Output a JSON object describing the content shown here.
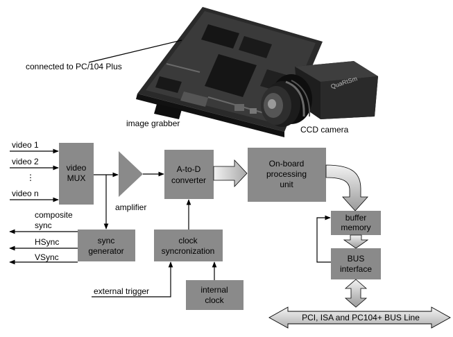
{
  "photos": {
    "grabber_caption": "image grabber",
    "connection_caption": "connected to PC/104 Plus",
    "camera_caption": "CCD camera"
  },
  "inputs": {
    "video1": "video 1",
    "video2": "video 2",
    "dots": "⋮",
    "videon": "video n"
  },
  "blocks": {
    "mux": [
      "video",
      "MUX"
    ],
    "amplifier": "amplifier",
    "adc": [
      "A-to-D",
      "converter"
    ],
    "processing": [
      "On-board",
      "processing",
      "unit"
    ],
    "buffer": [
      "buffer",
      "memory"
    ],
    "bus_interface": [
      "BUS",
      "interface"
    ],
    "sync_generator": [
      "sync",
      "generator"
    ],
    "clock_sync": [
      "clock",
      "syncronization"
    ],
    "internal_clock": [
      "internal",
      "clock"
    ],
    "bus_line": "PCI, ISA and PC104+ BUS Line"
  },
  "outputs": {
    "composite": [
      "composite",
      "sync"
    ],
    "hsync": "HSync",
    "vsync": "VSync"
  },
  "external_trigger": "external trigger",
  "colors": {
    "block": "#8a8a8a",
    "arrow_light": "#e6e6e6",
    "arrow_dark": "#9a9a9a",
    "photo_dark": "#1e1e1e"
  }
}
